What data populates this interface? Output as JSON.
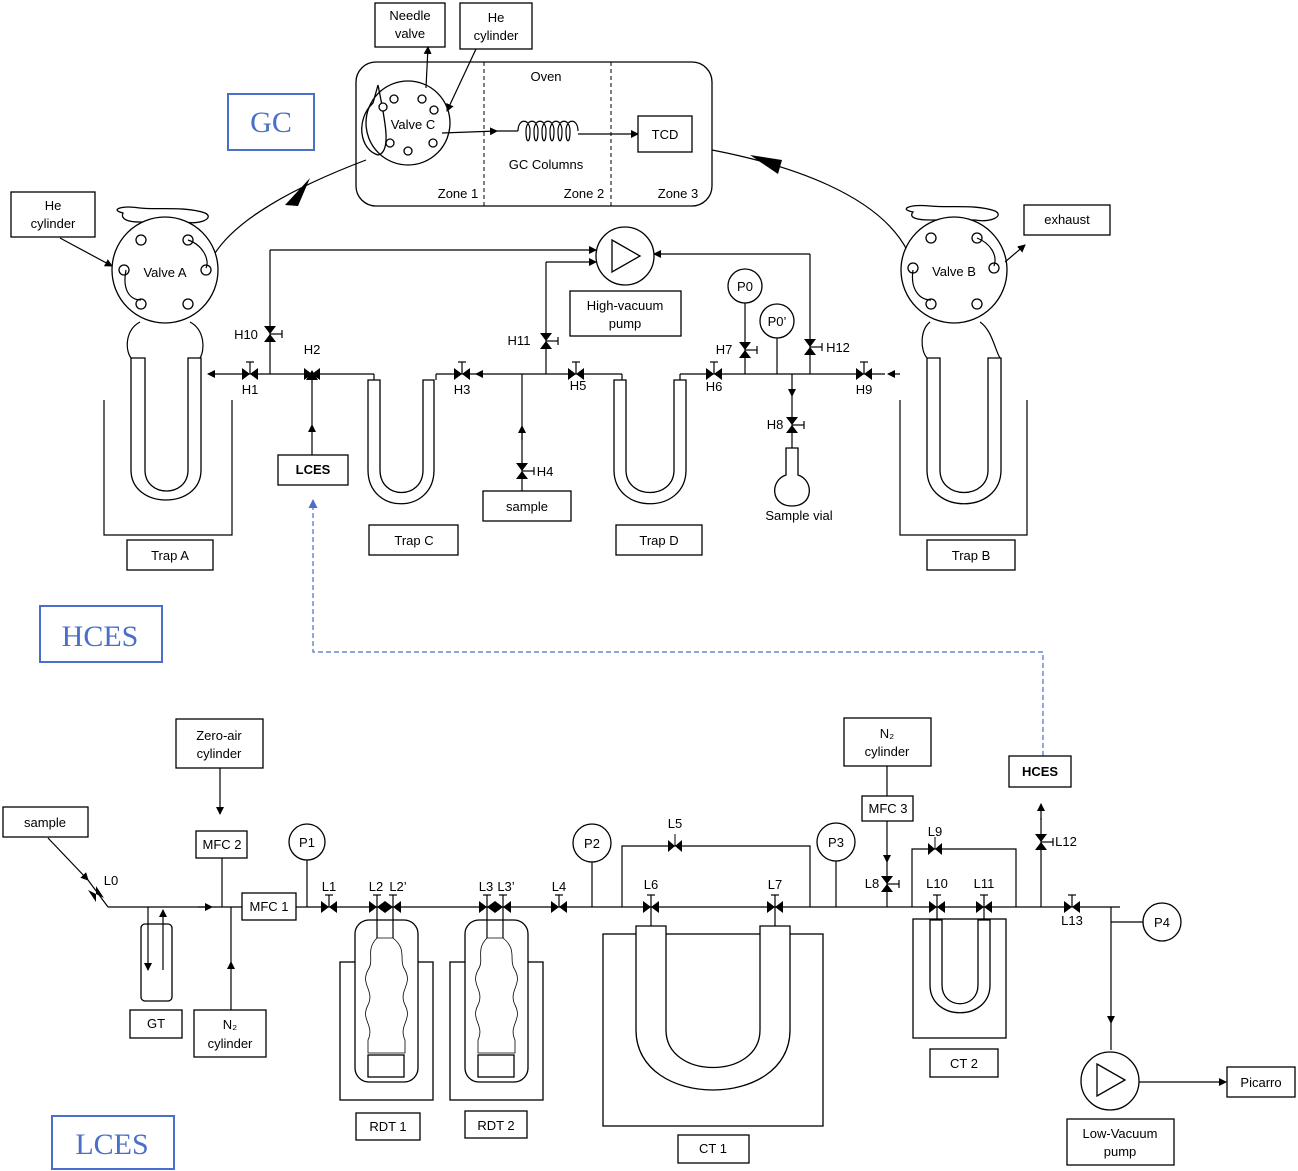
{
  "sections": {
    "gc": "GC",
    "hces": "HCES",
    "lces": "LCES"
  },
  "gc": {
    "needle_valve": [
      "Needle",
      "valve"
    ],
    "he_cylinder_top": [
      "He",
      "cylinder"
    ],
    "oven": "Oven",
    "valve_c": "Valve C",
    "gc_columns": "GC Columns",
    "tcd": "TCD",
    "zones": [
      "Zone 1",
      "Zone 2",
      "Zone 3"
    ],
    "he_cylinder_left": [
      "He",
      "cylinder"
    ],
    "valve_a": "Valve A",
    "valve_b": "Valve B",
    "exhaust": "exhaust",
    "pump": [
      "High-vacuum",
      "pump"
    ],
    "p0": "P0",
    "p0p": "P0’",
    "lces": "LCES",
    "sample": "sample",
    "sample_vial": "Sample vial",
    "traps": {
      "a": "Trap A",
      "c": "Trap C",
      "d": "Trap D",
      "b": "Trap B"
    },
    "valves": {
      "h1": "H1",
      "h2": "H2",
      "h3": "H3",
      "h4": "H4",
      "h5": "H5",
      "h6": "H6",
      "h7": "H7",
      "h8": "H8",
      "h9": "H9",
      "h10": "H10",
      "h11": "H11",
      "h12": "H12"
    }
  },
  "lces": {
    "sample": "sample",
    "zero_air": [
      "Zero-air",
      "cylinder"
    ],
    "mfc1": "MFC 1",
    "mfc2": "MFC 2",
    "mfc3": "MFC 3",
    "n2_bottom": [
      "N₂",
      "cylinder"
    ],
    "n2_top": [
      "N₂",
      "cylinder"
    ],
    "gt": "GT",
    "p1": "P1",
    "p2": "P2",
    "p3": "P3",
    "p4": "P4",
    "rdt1": "RDT 1",
    "rdt2": "RDT 2",
    "ct1": "CT 1",
    "ct2": "CT 2",
    "hces": "HCES",
    "pump": [
      "Low-Vacuum",
      "pump"
    ],
    "picarro": "Picarro",
    "valves": {
      "l0": "L0",
      "l1": "L1",
      "l2": "L2",
      "l2p": "L2’",
      "l3": "L3",
      "l3p": "L3’",
      "l4": "L4",
      "l5": "L5",
      "l6": "L6",
      "l7": "L7",
      "l8": "L8",
      "l9": "L9",
      "l10": "L10",
      "l11": "L11",
      "l12": "L12",
      "l13": "L13"
    }
  }
}
